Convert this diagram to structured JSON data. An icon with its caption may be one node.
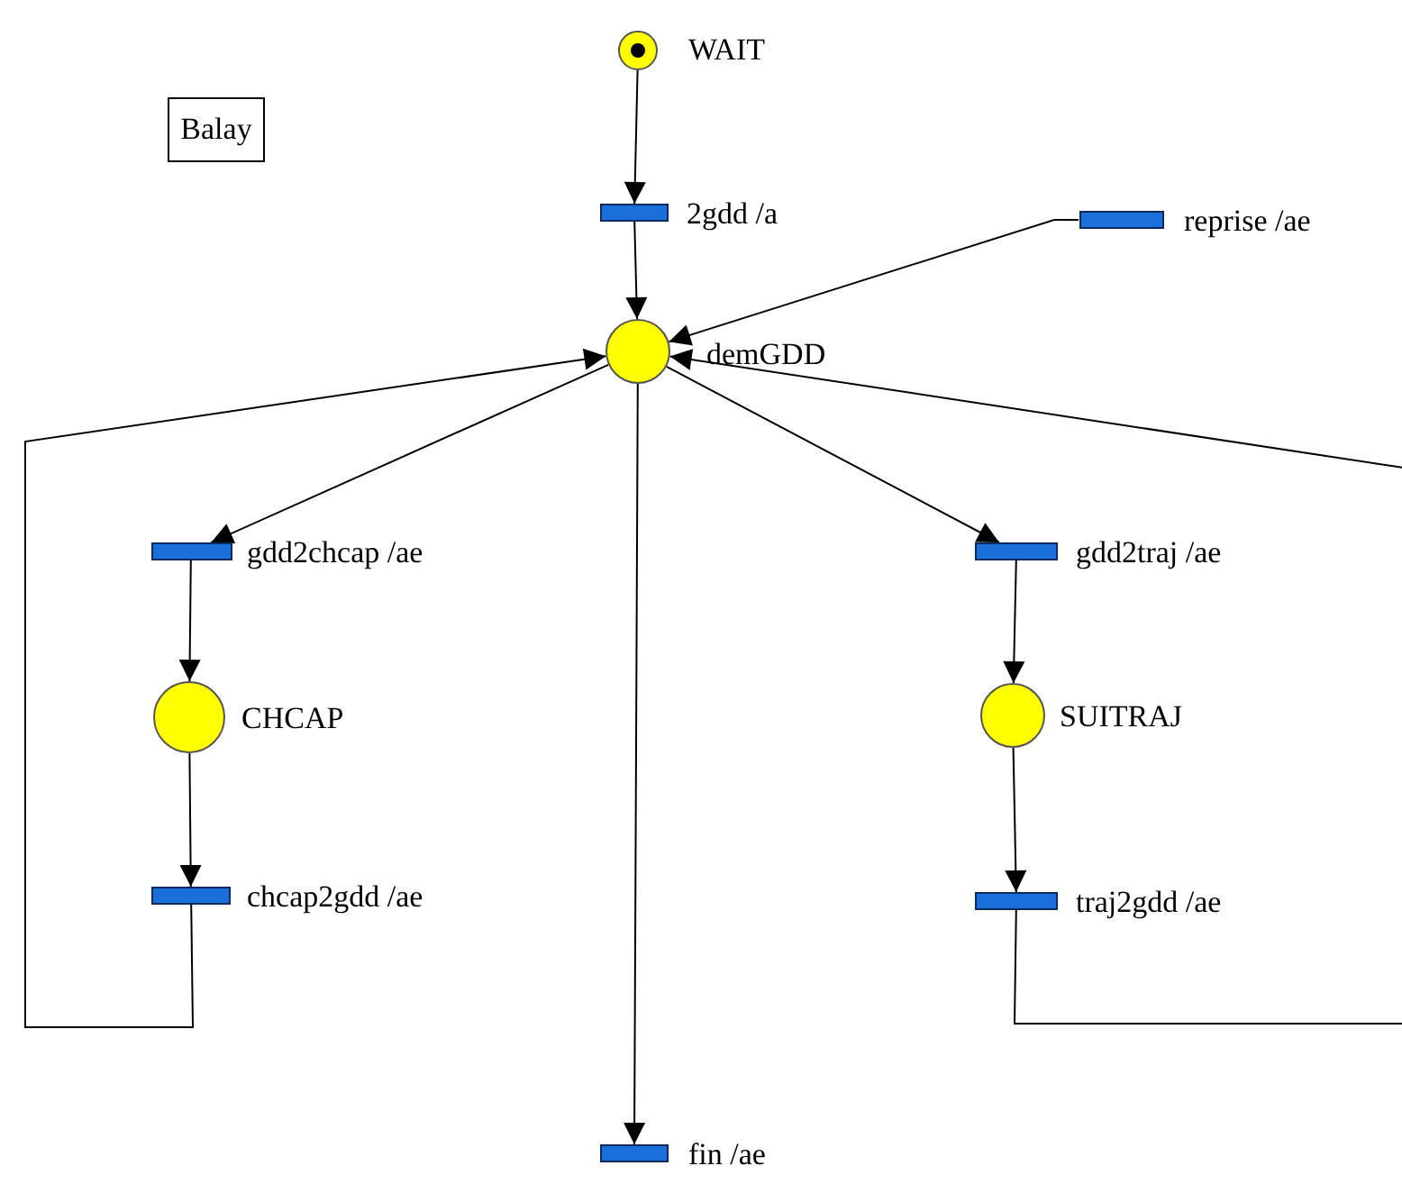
{
  "diagram": {
    "nodes": [
      {
        "text": [
          "Balay"
        ]
      },
      {
        "text": [],
        "shape": "circle",
        "beside": [
          "WAIT"
        ]
      },
      {
        "text": [],
        "shape": "bar",
        "beside": [
          "2gdd /a"
        ]
      },
      {
        "text": [],
        "shape": "bar",
        "beside": [
          "reprise /ae"
        ]
      },
      {
        "text": [],
        "shape": "circle",
        "beside": [
          "demGDD"
        ]
      },
      {
        "text": [],
        "shape": "bar",
        "beside": [
          "gdd2chcap /ae"
        ]
      },
      {
        "text": [],
        "shape": "bar",
        "beside": [
          "gdd2traj /ae"
        ]
      },
      {
        "text": [],
        "shape": "circle",
        "beside": [
          "CHCAP"
        ]
      },
      {
        "text": [],
        "shape": "circle",
        "beside": [
          "SUITRAJ"
        ]
      },
      {
        "text": [],
        "shape": "bar",
        "beside": [
          "chcap2gdd /ae"
        ]
      },
      {
        "text": [],
        "shape": "bar",
        "beside": [
          "traj2gdd /ae"
        ]
      },
      {
        "text": [],
        "shape": "bar",
        "beside": [
          "fin /ae"
        ]
      }
    ],
    "edges": [
      {
        "from": 1,
        "to": 2,
        "arrow": "to"
      },
      {
        "from": 2,
        "to": 4,
        "arrow": "to"
      },
      {
        "from": 3,
        "to": 4,
        "arrow": "to"
      },
      {
        "from": 4,
        "to": 5,
        "arrow": "to"
      },
      {
        "from": 4,
        "to": 6,
        "arrow": "to"
      },
      {
        "from": 5,
        "to": 7,
        "arrow": "to"
      },
      {
        "from": 6,
        "to": 8,
        "arrow": "to"
      },
      {
        "from": 7,
        "to": 9,
        "arrow": "to"
      },
      {
        "from": 8,
        "to": 10,
        "arrow": "to"
      },
      {
        "from": 9,
        "to": 4,
        "arrow": "to"
      },
      {
        "from": 10,
        "to": 4,
        "arrow": "to"
      },
      {
        "from": 4,
        "to": 11,
        "arrow": "to"
      }
    ]
  }
}
